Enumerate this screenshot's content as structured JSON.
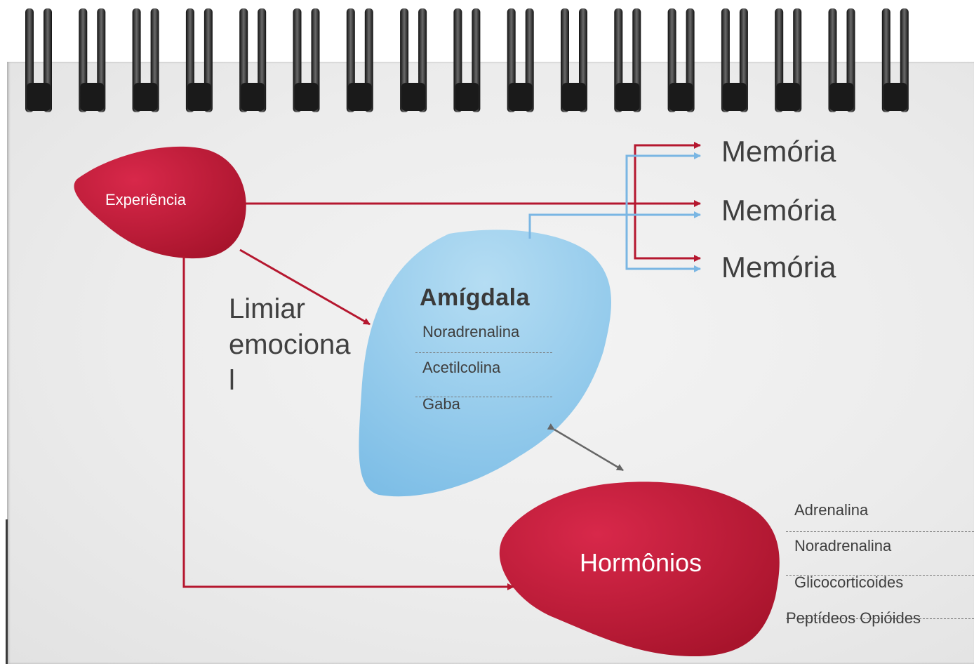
{
  "nodes": {
    "experiencia": "Experiência",
    "amigdala": "Amígdala",
    "hormonios": "Hormônios"
  },
  "limiar": "Limiar emociona l",
  "memorias": [
    "Memória",
    "Memória",
    "Memória"
  ],
  "amigdala_items": [
    "Noradrenalina",
    "Acetilcolina",
    "Gaba"
  ],
  "hormonios_items": [
    "Adrenalina",
    "Noradrenalina",
    "Glicocorticoides",
    "Peptídeos Opióides"
  ],
  "colors": {
    "red_arrow": "#b5172f",
    "blue_arrow": "#7ab6e3",
    "red_blob": "#c21d3b",
    "blue_blob": "#96cdee"
  }
}
